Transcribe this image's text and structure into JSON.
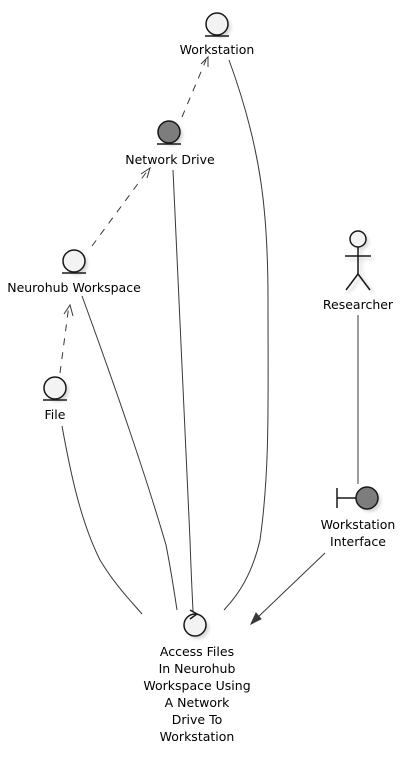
{
  "nodes": {
    "workstation": {
      "label": "Workstation"
    },
    "network_drive": {
      "label": "Network Drive"
    },
    "neurohub_workspace": {
      "label": "Neurohub Workspace"
    },
    "file": {
      "label": "File"
    },
    "researcher": {
      "label": "Researcher"
    },
    "workstation_interface": {
      "label_lines": [
        "Workstation",
        "Interface"
      ]
    },
    "access_files": {
      "label_lines": [
        "Access Files",
        "In Neurohub",
        "Workspace Using",
        "A Network",
        "Drive To",
        "Workstation"
      ]
    }
  },
  "colors": {
    "light_fill": "#f3f3f3",
    "dark_fill": "#7d7d7d",
    "stroke": "#181818",
    "edge": "#383838"
  }
}
